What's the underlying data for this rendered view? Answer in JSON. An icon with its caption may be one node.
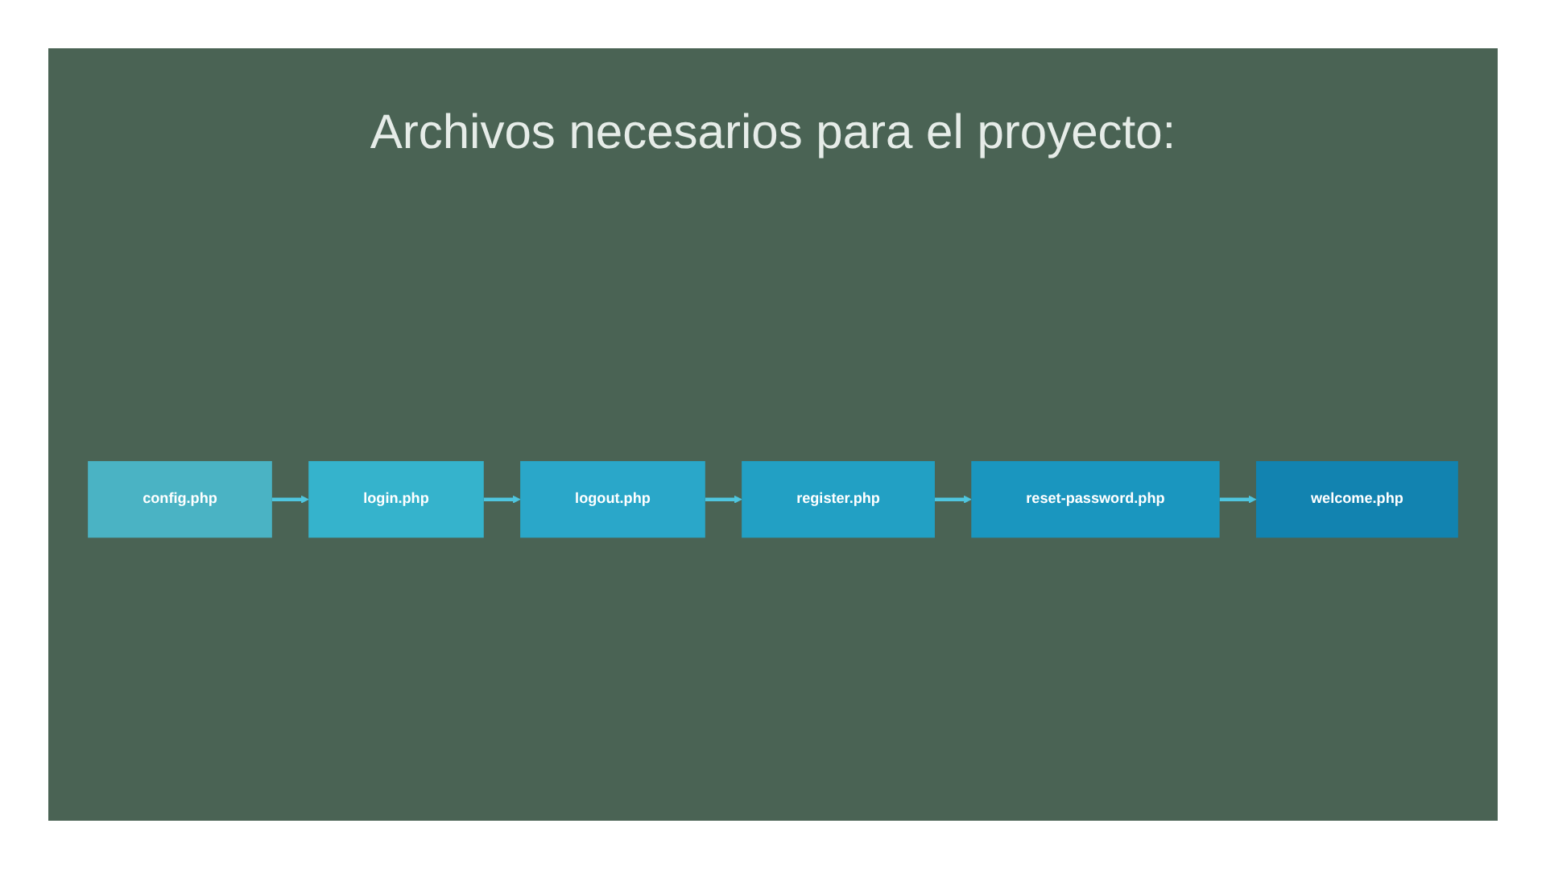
{
  "diagram": {
    "title": "Archivos necesarios para el proyecto:",
    "nodes": [
      {
        "text": [
          "config.php"
        ]
      },
      {
        "text": [
          "login.php"
        ]
      },
      {
        "text": [
          "logout.php"
        ]
      },
      {
        "text": [
          "register.php"
        ]
      },
      {
        "text": [
          "reset-password.php"
        ]
      },
      {
        "text": [
          "welcome.php"
        ]
      }
    ],
    "edges": [
      {
        "from": 0,
        "to": 1,
        "arrow": "to"
      },
      {
        "from": 1,
        "to": 2,
        "arrow": "to"
      },
      {
        "from": 2,
        "to": 3,
        "arrow": "to"
      },
      {
        "from": 3,
        "to": 4,
        "arrow": "to"
      },
      {
        "from": 4,
        "to": 5,
        "arrow": "to"
      }
    ]
  }
}
